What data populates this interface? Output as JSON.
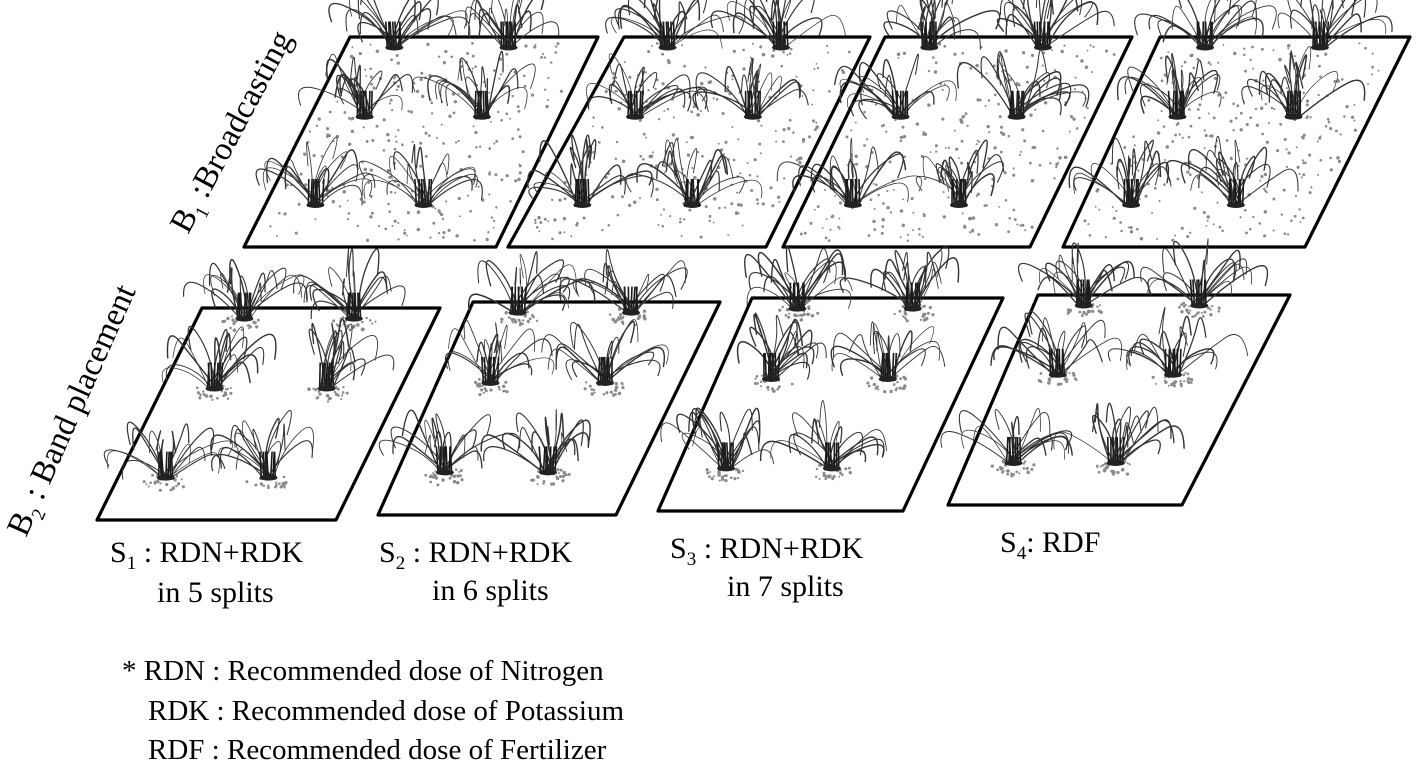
{
  "rows": [
    {
      "id": "B1",
      "letter": "B",
      "sub": "1",
      "label": " :Broadcasting",
      "method": "broadcast"
    },
    {
      "id": "B2",
      "letter": "B",
      "sub": "2",
      "label": " : Band placement",
      "method": "band"
    }
  ],
  "treatments": [
    {
      "letter": "S",
      "sub": "1",
      "label": " : RDN+RDK",
      "line2": "in 5 splits"
    },
    {
      "letter": "S",
      "sub": "2",
      "label": " : RDN+RDK",
      "line2": "in 6 splits"
    },
    {
      "letter": "S",
      "sub": "3",
      "label": " : RDN+RDK",
      "line2": "in 7 splits"
    },
    {
      "letter": "S",
      "sub": "4",
      "label": ": RDF",
      "line2": ""
    }
  ],
  "footnotes": [
    "* RDN : Recommended dose of Nitrogen",
    "RDK : Recommended dose of Potassium",
    "RDF : Recommended dose of Fertilizer"
  ],
  "colors": {
    "outline": "#000000",
    "plant": "#333333",
    "dots": "#8a8a8a"
  }
}
